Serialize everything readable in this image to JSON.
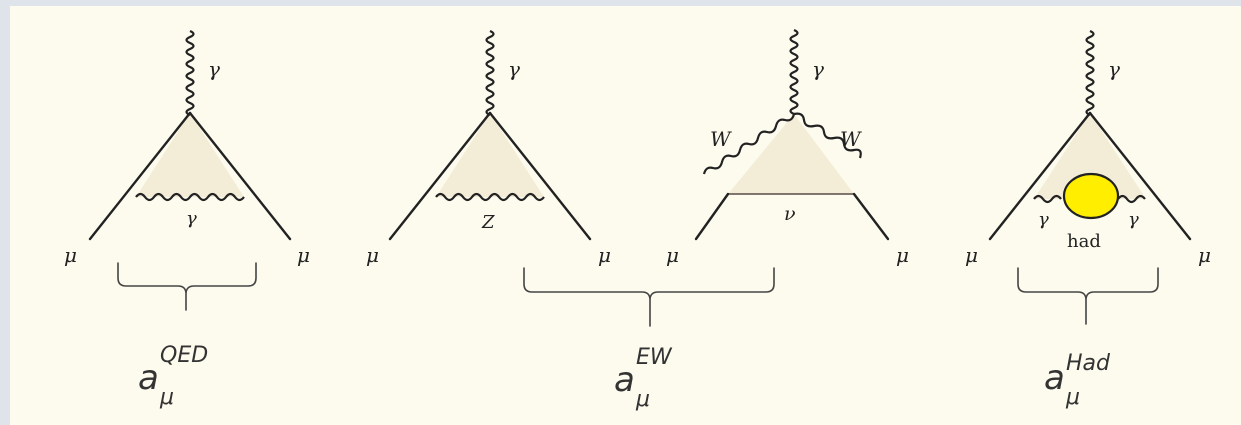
{
  "diagrams": [
    {
      "photon": "γ",
      "loop_label": "γ",
      "mu_left": "μ",
      "mu_right": "μ"
    },
    {
      "photon": "γ",
      "loop_label": "Z",
      "mu_left": "μ",
      "mu_right": "μ"
    },
    {
      "photon": "γ",
      "w_left": "W",
      "w_right": "W",
      "loop_label": "ν",
      "mu_left": "μ",
      "mu_right": "μ"
    },
    {
      "photon": "γ",
      "gamma_left": "γ",
      "gamma_right": "γ",
      "blob_label": "had",
      "mu_left": "μ",
      "mu_right": "μ",
      "blob_color": "#ffee00"
    }
  ],
  "labels": {
    "qed": {
      "base": "a",
      "sub": "μ",
      "sup": "QED"
    },
    "ew": {
      "base": "a",
      "sub": "μ",
      "sup": "EW"
    },
    "had": {
      "base": "a",
      "sub": "μ",
      "sup": "Had"
    }
  },
  "colors": {
    "background": "#fdfbee",
    "shade": "#f3ecd7",
    "blob": "#ffee00"
  }
}
